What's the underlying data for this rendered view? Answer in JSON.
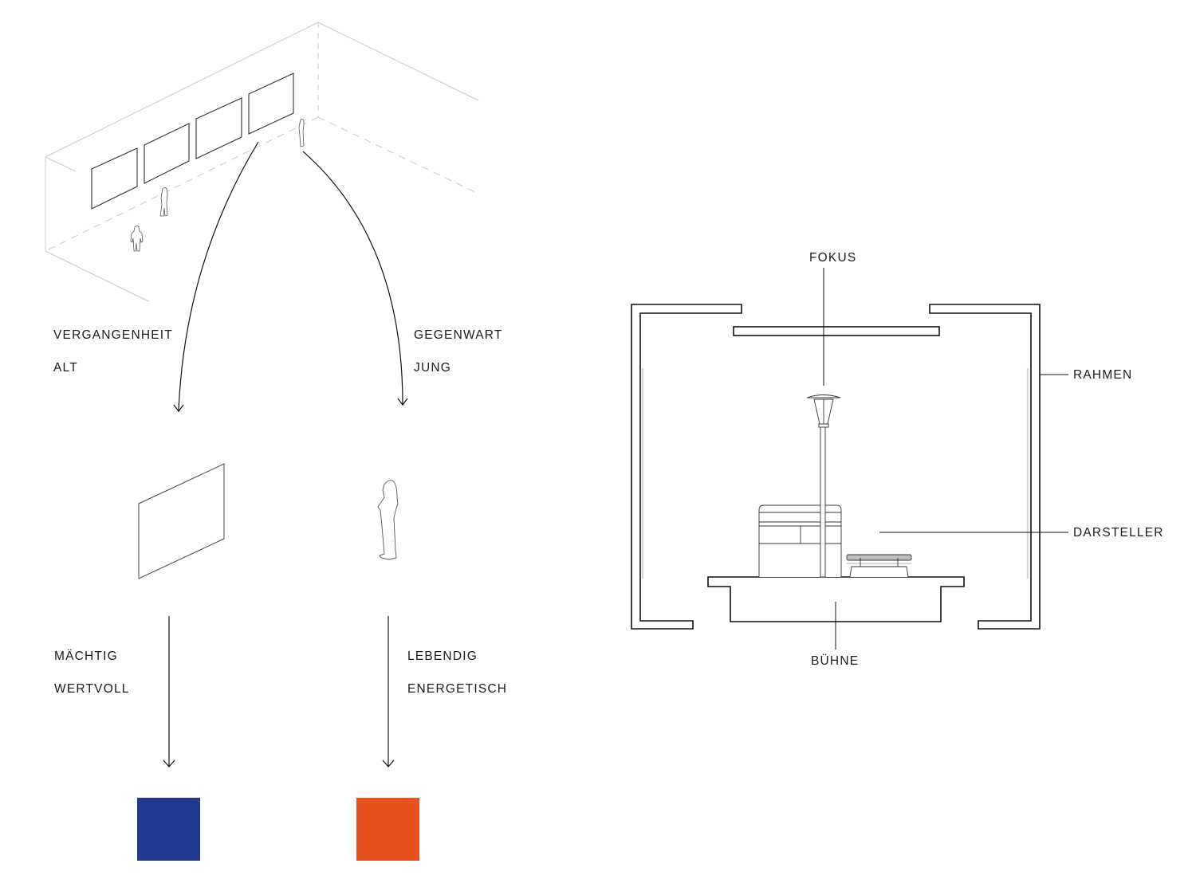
{
  "left_diagram": {
    "past": {
      "line1": "VERGANGENHEIT",
      "line2": "ALT",
      "attr1": "MÄCHTIG",
      "attr2": "WERTVOLL",
      "color": "#213a8f"
    },
    "present": {
      "line1": "GEGENWART",
      "line2": "JUNG",
      "attr1": "LEBENDIG",
      "attr2": "ENERGETISCH",
      "color": "#e8521f"
    }
  },
  "right_diagram": {
    "labels": {
      "focus": "FOKUS",
      "frame": "RAHMEN",
      "performer": "DARSTELLER",
      "stage": "BÜHNE"
    }
  }
}
